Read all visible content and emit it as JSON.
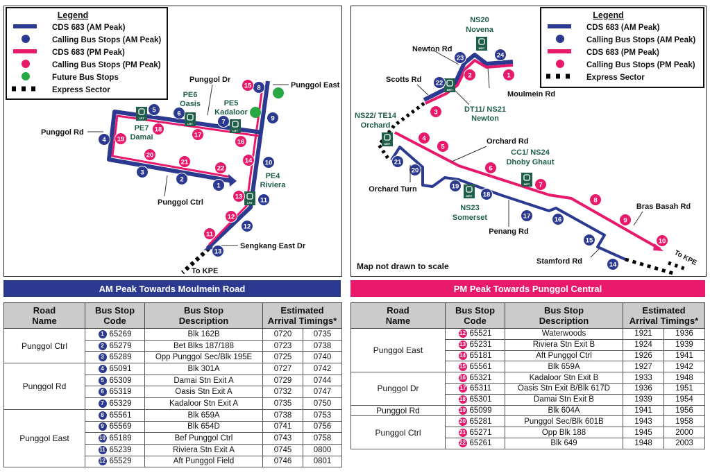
{
  "colors": {
    "am": "#2b3990",
    "pm": "#e8196b",
    "future": "#27a844",
    "station": "#1e5e4a"
  },
  "legend": {
    "title": "Legend",
    "am_route": "CDS 683 (AM Peak)",
    "am_stops": "Calling Bus Stops (AM Peak)",
    "pm_route": "CDS 683 (PM Peak)",
    "pm_stops": "Calling Bus Stops (PM Peak)",
    "future": "Future Bus Stops",
    "express": "Express Sector"
  },
  "left_map": {
    "am_stops": [
      "1",
      "2",
      "3",
      "4",
      "5",
      "6",
      "7",
      "8",
      "9",
      "10",
      "11",
      "12",
      "13"
    ],
    "pm_stops": [
      "11",
      "12",
      "13",
      "14",
      "15",
      "16",
      "17",
      "18",
      "19",
      "20",
      "21",
      "22"
    ],
    "station_icon_label": "LRT",
    "labels": [
      "Punggol Dr",
      "PE6",
      "Oasis",
      "PE5",
      "Kadaloor",
      "Punggol East",
      "Punggol Rd",
      "PE7",
      "Damai",
      "PE4",
      "Riviera",
      "Punggol Ctrl",
      "Sengkang East Dr",
      "To KPE"
    ]
  },
  "right_map": {
    "am_stops": [
      "23",
      "24",
      "22",
      "21",
      "20",
      "19",
      "18",
      "17",
      "16",
      "15",
      "14"
    ],
    "pm_stops": [
      "1",
      "2",
      "3",
      "4",
      "5",
      "6",
      "7",
      "8",
      "9",
      "10"
    ],
    "station_icon_label": "MRT",
    "labels": [
      "NS20",
      "Novena",
      "Newton Rd",
      "Scotts Rd",
      "Moulmein Rd",
      "DT11/ NS21",
      "Newton",
      "NS22/ TE14",
      "Orchard",
      "Orchard Rd",
      "CC1/ NS24",
      "Dhoby Ghaut",
      "Orchard Turn",
      "NS23",
      "Somerset",
      "Penang Rd",
      "Bras Basah Rd",
      "Stamford Rd",
      "Map not drawn to scale",
      "To KPE"
    ]
  },
  "am_table": {
    "title": "AM Peak Towards Moulmein Road",
    "headers": {
      "road": [
        "Road",
        "Name"
      ],
      "code": [
        "Bus Stop",
        "Code"
      ],
      "desc": [
        "Bus Stop",
        "Description"
      ],
      "time": [
        "Estimated",
        "Arrival Timings*"
      ]
    },
    "groups": [
      {
        "road": "Punggol Ctrl",
        "rows": [
          [
            "1",
            "65269",
            "Blk 162B",
            "0720",
            "0735"
          ],
          [
            "2",
            "65279",
            "Bet Blks 187/188",
            "0723",
            "0738"
          ],
          [
            "3",
            "65289",
            "Opp Punggol Sec/Blk 195E",
            "0725",
            "0740"
          ]
        ]
      },
      {
        "road": "Punggol Rd",
        "rows": [
          [
            "4",
            "65091",
            "Blk 301A",
            "0727",
            "0742"
          ],
          [
            "5",
            "65309",
            "Damai Stn Exit A",
            "0729",
            "0744"
          ],
          [
            "6",
            "65319",
            "Oasis Stn Exit A",
            "0732",
            "0747"
          ],
          [
            "7",
            "65329",
            "Kadaloor Stn Exit A",
            "0735",
            "0750"
          ]
        ]
      },
      {
        "road": "Punggol East",
        "rows": [
          [
            "8",
            "65561",
            "Blk 659A",
            "0738",
            "0753"
          ],
          [
            "9",
            "65569",
            "Blk 654D",
            "0741",
            "0756"
          ],
          [
            "10",
            "65189",
            "Bef Punggol Ctrl",
            "0743",
            "0758"
          ],
          [
            "11",
            "65239",
            "Riviera Stn Exit A",
            "0745",
            "0800"
          ],
          [
            "12",
            "65529",
            "Aft Punggol Field",
            "0746",
            "0801"
          ]
        ]
      }
    ]
  },
  "pm_table": {
    "title": "PM Peak Towards Punggol Central",
    "headers": {
      "road": [
        "Road",
        "Name"
      ],
      "code": [
        "Bus Stop",
        "Code"
      ],
      "desc": [
        "Bus Stop",
        "Description"
      ],
      "time": [
        "Estimated",
        "Arrival Timings*"
      ]
    },
    "groups": [
      {
        "road": "Punggol East",
        "rows": [
          [
            "12",
            "65521",
            "Waterwoods",
            "1921",
            "1936"
          ],
          [
            "13",
            "65231",
            "Riviera Stn Exit B",
            "1924",
            "1939"
          ],
          [
            "14",
            "65181",
            "Aft Punggol Ctrl",
            "1926",
            "1941"
          ],
          [
            "15",
            "65561",
            "Blk 659A",
            "1927",
            "1942"
          ]
        ]
      },
      {
        "road": "Punggol Dr",
        "rows": [
          [
            "16",
            "65321",
            "Kadaloor Stn Exit B",
            "1933",
            "1948"
          ],
          [
            "17",
            "65311",
            "Oasis Stn Exit B/Blk 617D",
            "1936",
            "1951"
          ],
          [
            "18",
            "65301",
            "Damai Stn Exit B",
            "1939",
            "1954"
          ]
        ]
      },
      {
        "road": "Punggol Rd",
        "rows": [
          [
            "19",
            "65099",
            "Blk 604A",
            "1941",
            "1956"
          ]
        ]
      },
      {
        "road": "Punggol Ctrl",
        "rows": [
          [
            "20",
            "65281",
            "Punggol Sec/Blk 601B",
            "1943",
            "1958"
          ],
          [
            "21",
            "65271",
            "Opp Blk 188",
            "1945",
            "2000"
          ],
          [
            "22",
            "65261",
            "Blk 649",
            "1948",
            "2003"
          ]
        ]
      }
    ]
  }
}
